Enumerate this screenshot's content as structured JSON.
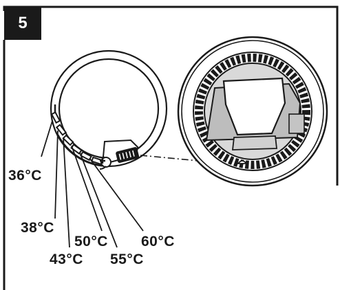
{
  "figure": {
    "step_number": "5",
    "temperature_labels": [
      {
        "id": "t36",
        "text": "36°C"
      },
      {
        "id": "t38",
        "text": "38°C"
      },
      {
        "id": "t43",
        "text": "43°C"
      },
      {
        "id": "t50",
        "text": "50°C"
      },
      {
        "id": "t55",
        "text": "55°C"
      },
      {
        "id": "t60",
        "text": "60°C"
      }
    ]
  }
}
